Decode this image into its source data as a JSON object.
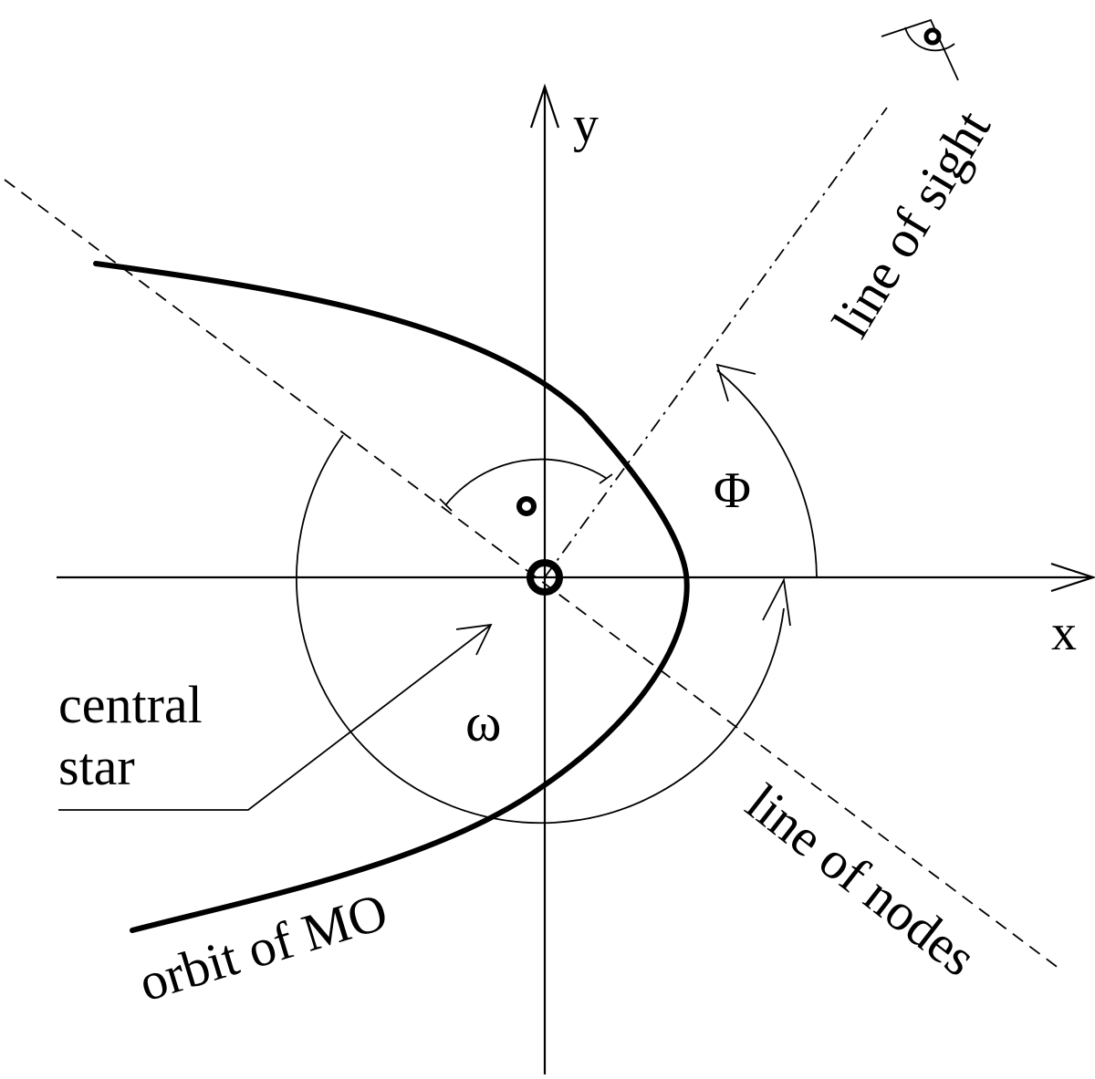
{
  "labels": {
    "y_axis": "y",
    "x_axis": "x",
    "phi": "Φ",
    "omega": "ω",
    "central_star_line1": "central",
    "central_star_line2": "star",
    "orbit": "orbit of MO",
    "line_of_sight": "line of sight",
    "line_of_nodes": "line of nodes"
  }
}
